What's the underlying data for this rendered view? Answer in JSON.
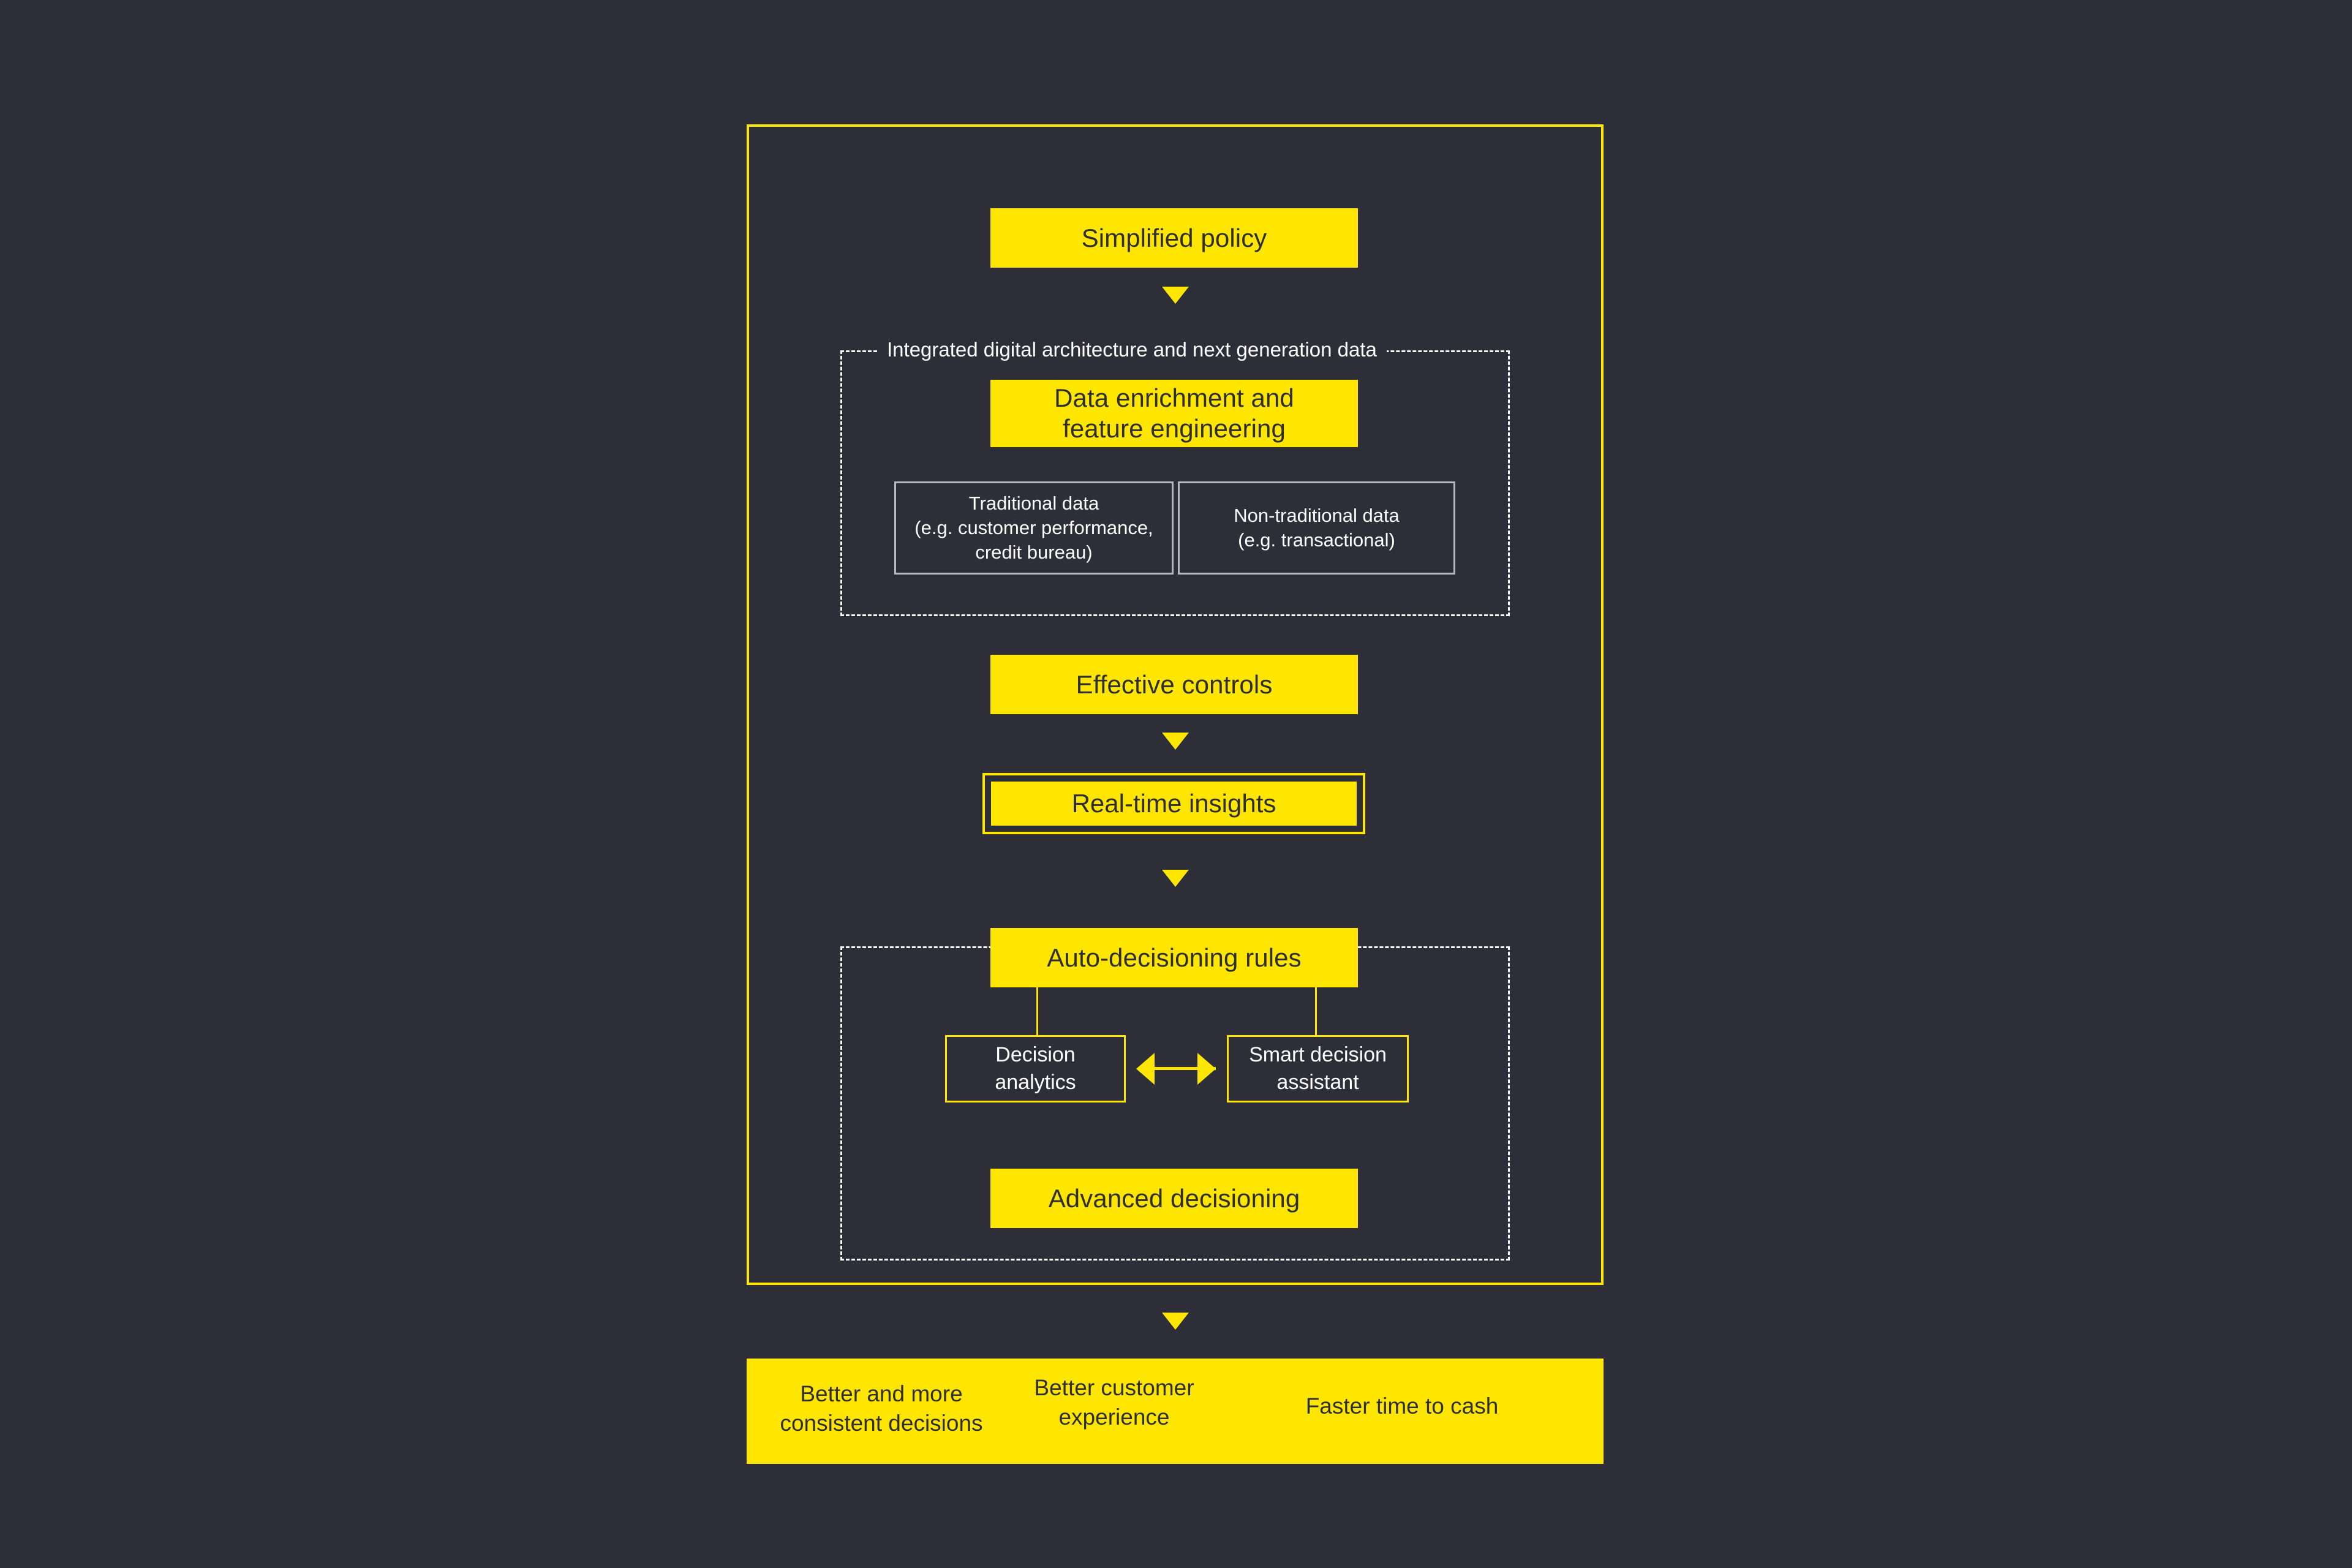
{
  "theme": {
    "background": "#2e2e38",
    "accent_yellow": "#ffe600",
    "text_light": "#ffffff",
    "text_dark": "#2e2e38",
    "data_box_border": "#b9b9c0"
  },
  "flow": {
    "simplified_policy": "Simplified policy",
    "effective_controls": "Effective controls",
    "real_time_insights": "Real-time insights",
    "auto_decisioning_rules": "Auto-decisioning rules",
    "advanced_decisioning": "Advanced decisioning"
  },
  "integrated_group": {
    "label": "Integrated digital architecture and next generation data",
    "primary_box": "Data enrichment and\nfeature engineering",
    "primary_box_line1": "Data enrichment and",
    "primary_box_line2": "feature engineering",
    "data_sources": [
      {
        "line1": "Traditional data",
        "line2": "(e.g. customer performance,",
        "line3": "credit bureau)"
      },
      {
        "line1": "Non-traditional data",
        "line2": "(e.g. transactional)"
      }
    ]
  },
  "decisioning_group": {
    "components": [
      {
        "line1": "Decision",
        "line2": "analytics"
      },
      {
        "line1": "Smart decision",
        "line2": "assistant"
      }
    ]
  },
  "outcomes": [
    "Better and more\nconsistent decisions",
    "Better customer\nexperience",
    "Faster time to cash"
  ]
}
